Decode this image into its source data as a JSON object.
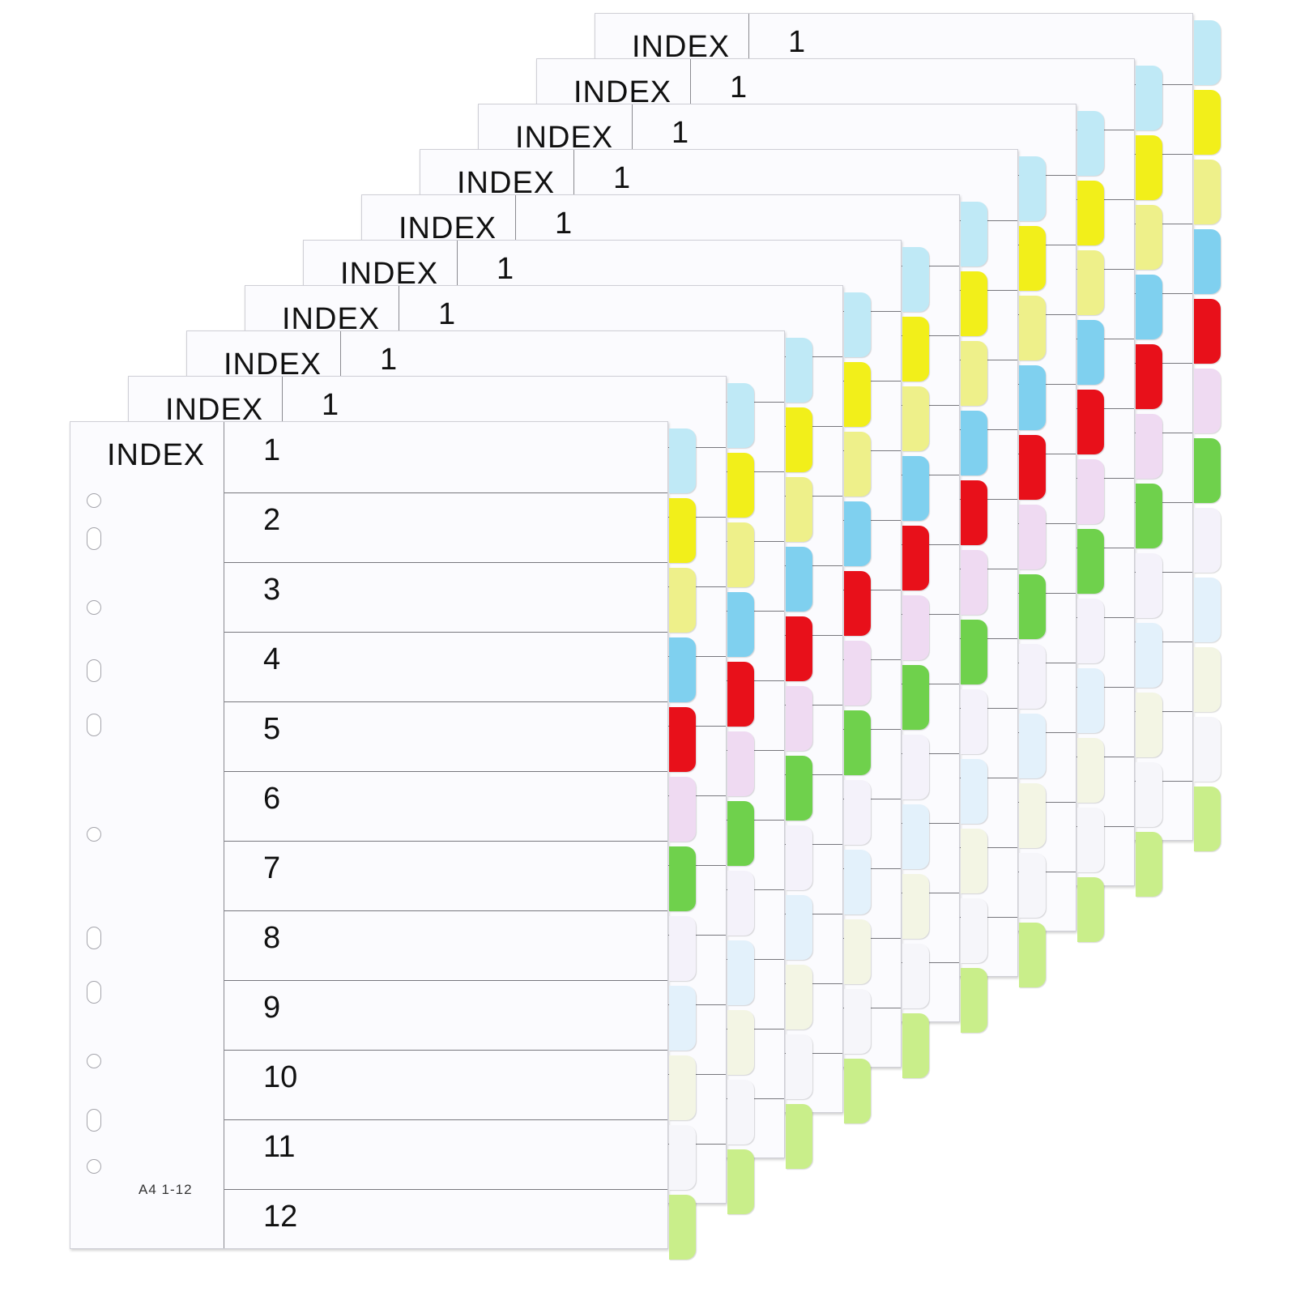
{
  "index_label": "INDEX",
  "size_label": "A4  1-12",
  "row_numbers": [
    "1",
    "2",
    "3",
    "4",
    "5",
    "6",
    "7",
    "8",
    "9",
    "10",
    "11",
    "12"
  ],
  "tab_colors": [
    "#bfe9f6",
    "#f2ef1a",
    "#eef08a",
    "#7fd0ef",
    "#e8101a",
    "#efdaf2",
    "#6fd14c",
    "#f4f2fa",
    "#e3f1fb",
    "#f3f5e4",
    "#f6f6fa",
    "#c9ee8a"
  ]
}
